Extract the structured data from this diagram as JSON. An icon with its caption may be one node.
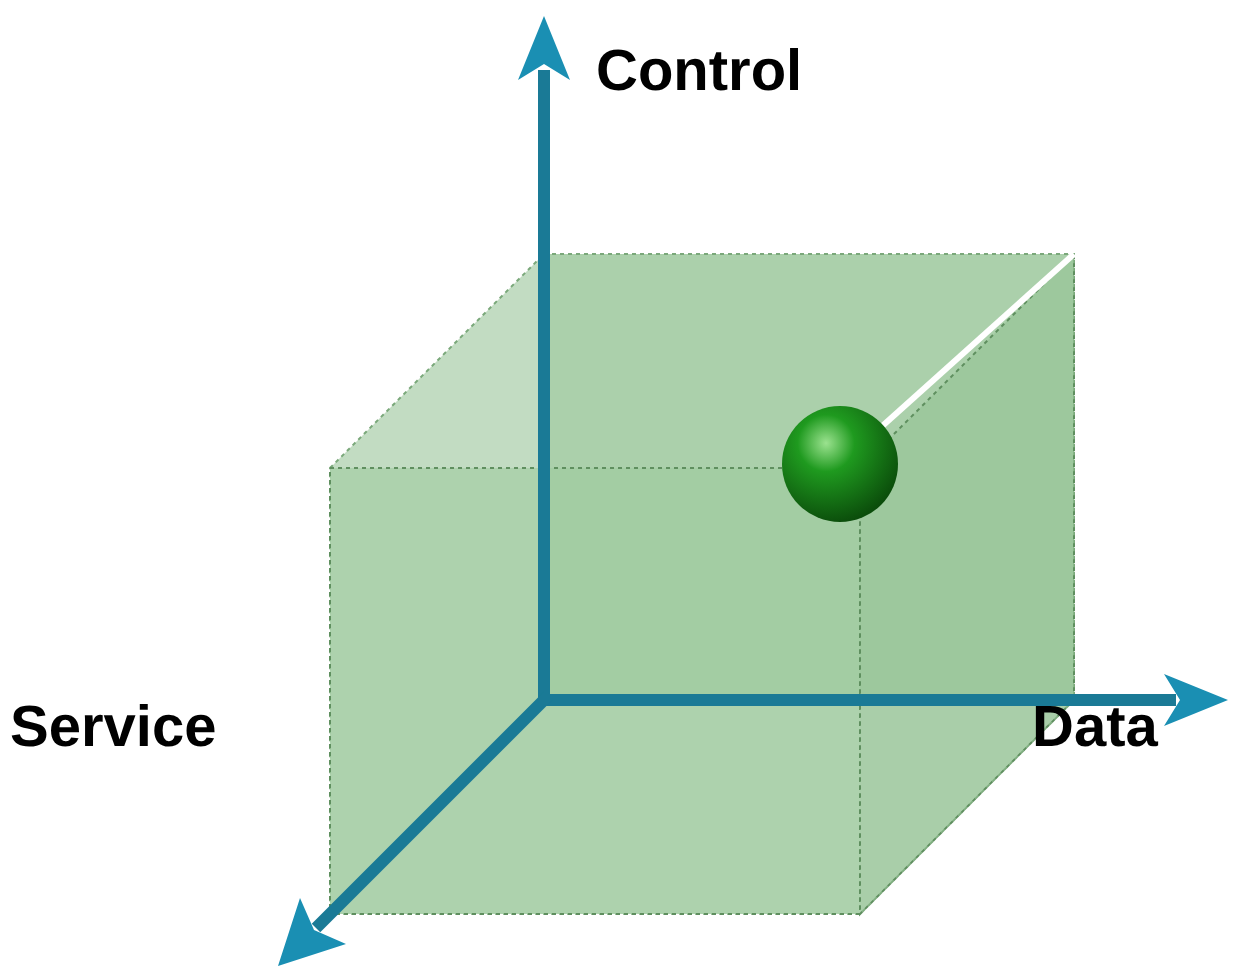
{
  "diagram": {
    "labels": [
      "Control",
      "Service",
      "Data"
    ]
  }
}
